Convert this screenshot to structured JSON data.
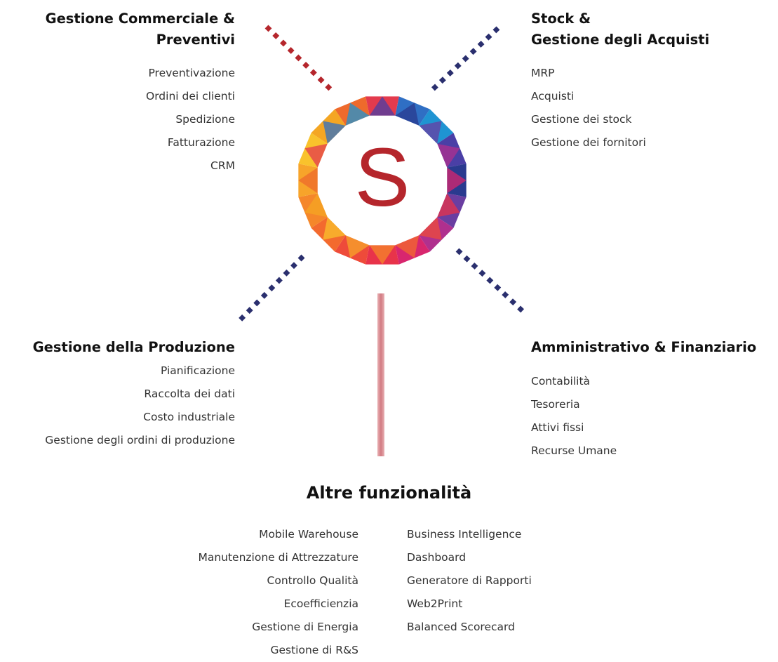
{
  "center": {
    "logo_letter": "S",
    "logo_color": "#b5262c"
  },
  "modules": {
    "commercial": {
      "title_line1": "Gestione Commerciale &",
      "title_line2": "Preventivi",
      "items": [
        "Preventivazione",
        "Ordini dei clienti",
        "Spedizione",
        "Fatturazione",
        "CRM"
      ]
    },
    "stock": {
      "title_line1": "Stock &",
      "title_line2": "Gestione degli Acquisti",
      "items": [
        "MRP",
        "Acquisti",
        "Gestione dei stock",
        "Gestione dei fornitori"
      ]
    },
    "production": {
      "title": "Gestione della Produzione",
      "items": [
        "Pianificazione",
        "Raccolta dei dati",
        "Costo industriale",
        "Gestione degli ordini di produzione"
      ]
    },
    "admin": {
      "title": "Amministrativo & Finanziario",
      "items": [
        "Contabilità",
        "Tesoreria",
        "Attivi fissi",
        "Recurse Umane"
      ]
    }
  },
  "other": {
    "title": "Altre funzionalità",
    "left_items": [
      "Mobile Warehouse",
      "Manutenzione di Attrezzature",
      "Controllo Qualità",
      "Ecoefficienzia",
      "Gestione di Energia",
      "Gestione di  R&S"
    ],
    "right_items": [
      "Business Intelligence",
      "Dashboard",
      "Generatore di Rapporti",
      "Web2Print",
      "Balanced Scorecard"
    ]
  },
  "colors": {
    "connector_red": "#b5262c",
    "connector_navy": "#2a2f6e",
    "stem": "#d27a82"
  }
}
